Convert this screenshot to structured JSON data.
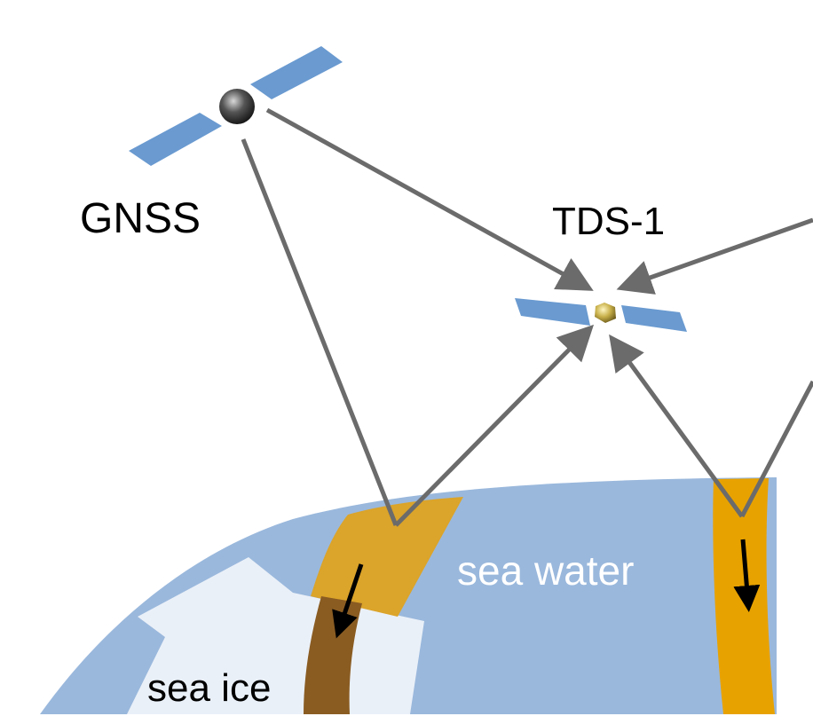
{
  "labels": {
    "gnss": "GNSS",
    "tds1": "TDS-1",
    "sea_water": "sea water",
    "sea_ice": "sea ice"
  },
  "colors": {
    "sea_water": "#9ab8dc",
    "sea_ice": "#eaf0f8",
    "footprint_water": "#dba42a",
    "footprint_track": "#e8a200",
    "footprint_ice": "#8a5c22",
    "signal_path": "#6b6b6b",
    "solar_panel": "#6a9ad0",
    "label_dark": "#000000",
    "label_light": "#ffffff"
  },
  "icons": {
    "gnss_satellite": "satellite-icon",
    "tds1_satellite": "satellite-icon"
  }
}
